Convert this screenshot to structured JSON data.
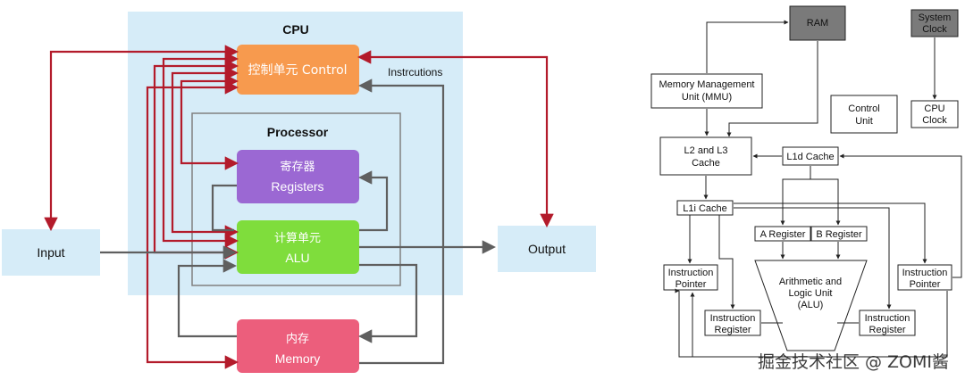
{
  "left": {
    "cpu_title": "CPU",
    "processor_title": "Processor",
    "control_label": "控制单元 Control",
    "registers_cn": "寄存器",
    "registers_en": "Registers",
    "alu_cn": "计算单元",
    "alu_en": "ALU",
    "memory_cn": "内存",
    "memory_en": "Memory",
    "input_label": "Input",
    "output_label": "Output",
    "instructions_label": "Instrcutions",
    "colors": {
      "cpu_bg": "#d6ecf8",
      "io_bg": "#d6ecf8",
      "control": "#f79a4e",
      "registers": "#9b68d3",
      "alu": "#7fdd3c",
      "memory": "#ec5e7c",
      "red_arrow": "#b31b2b",
      "gray_arrow": "#5f5f5f"
    }
  },
  "right": {
    "ram": "RAM",
    "system_clock_1": "System",
    "system_clock_2": "Clock",
    "mmu_1": "Memory Management",
    "mmu_2": "Unit (MMU)",
    "control_unit_1": "Control",
    "control_unit_2": "Unit",
    "cpu_clock_1": "CPU",
    "cpu_clock_2": "Clock",
    "l2l3_1": "L2 and L3",
    "l2l3_2": "Cache",
    "l1d": "L1d Cache",
    "l1i": "L1i Cache",
    "a_register": "A Register",
    "b_register": "B Register",
    "ip_left_1": "Instruction",
    "ip_left_2": "Pointer",
    "ip_right_1": "Instruction",
    "ip_right_2": "Pointer",
    "alu_1": "Arithmetic and",
    "alu_2": "Logic Unit",
    "alu_3": "(ALU)",
    "ir_left_1": "Instruction",
    "ir_left_2": "Register",
    "ir_right_1": "Instruction",
    "ir_right_2": "Register",
    "colors": {
      "dark_box": "#7a7a7a",
      "line": "#222222"
    }
  },
  "watermark": "掘金技术社区 @ ZOMI酱"
}
